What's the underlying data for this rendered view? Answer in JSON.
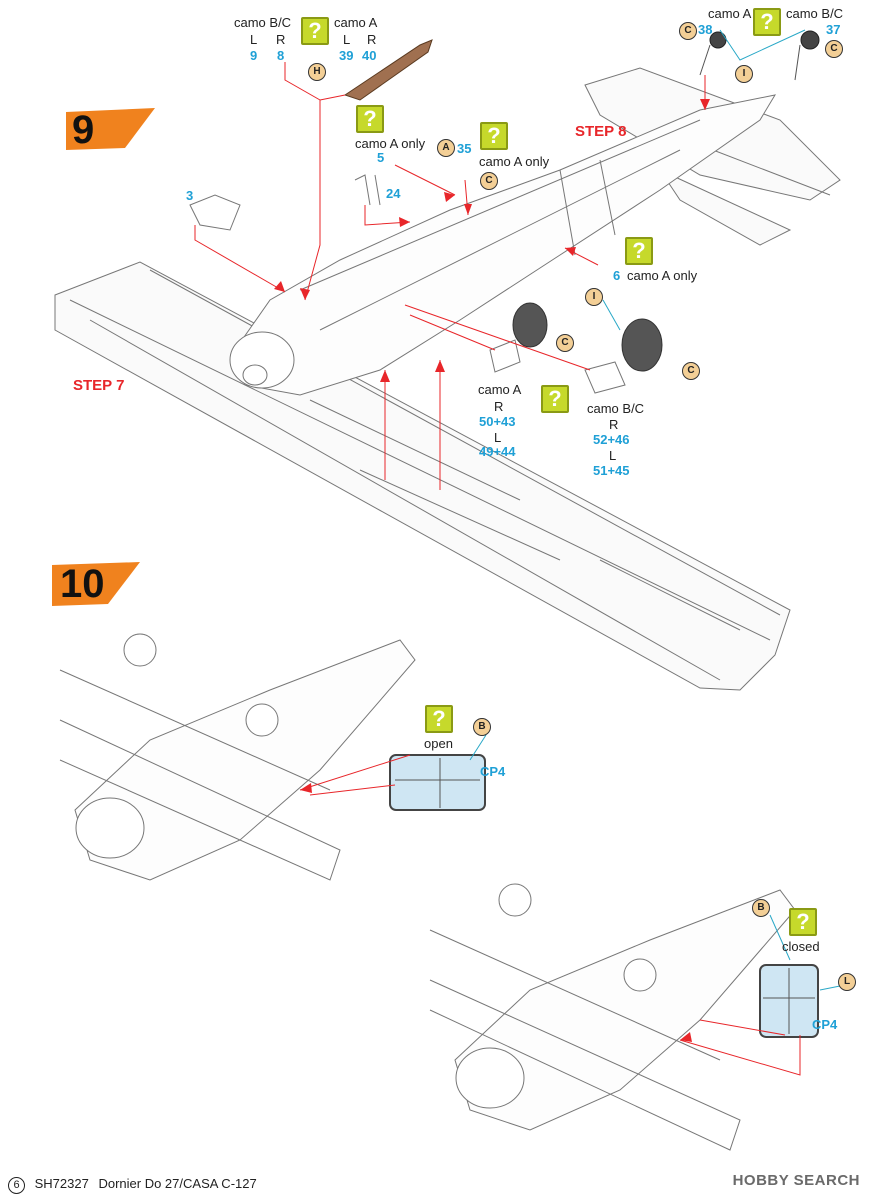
{
  "step9": {
    "number": "9",
    "step7_label": "STEP 7",
    "step8_label": "STEP 8",
    "top_left": {
      "camo_bc": "camo B/C",
      "camo_a": "camo A",
      "l": "L",
      "r": "R",
      "l2": "L",
      "r2": "R",
      "p9": "9",
      "p8": "8",
      "p39": "39",
      "p40": "40",
      "point_h": "H"
    },
    "top_right": {
      "camo_a": "camo A",
      "camo_bc": "camo B/C",
      "p38": "38",
      "p37": "37",
      "point_c1": "C",
      "point_c2": "C",
      "point_i": "I"
    },
    "center": {
      "camo_a_only1": "camo A only",
      "p5": "5",
      "p35": "35",
      "camo_a_only2": "camo A only",
      "point_a": "A",
      "point_c": "C",
      "p3": "3",
      "p24": "24",
      "p6": "6",
      "camo_a_only3": "camo A only"
    },
    "gear": {
      "camo_a": "camo A",
      "r": "R",
      "r_parts": "50+43",
      "l": "L",
      "l_parts": "49+44",
      "camo_bc": "camo B/C",
      "r2": "R",
      "r2_parts": "52+46",
      "l2": "L",
      "l2_parts": "51+45",
      "point_i": "I",
      "point_c1": "C",
      "point_c2": "C"
    }
  },
  "step10": {
    "number": "10",
    "open_label": "open",
    "closed_label": "closed",
    "cp4_a": "CP4",
    "cp4_b": "CP4",
    "point_b1": "B",
    "point_b2": "B",
    "point_l": "L"
  },
  "question_mark": "?",
  "footer": {
    "page": "6",
    "code": "SH72327",
    "title": "Dornier Do 27/CASA C-127"
  },
  "logo": "HOBBY SEARCH",
  "colors": {
    "accent_red": "#e8262a",
    "part_cyan": "#1fa0d6",
    "step_orange": "#f0821e",
    "question_green": "#c6d92b",
    "point_fill": "#f3cf96"
  }
}
